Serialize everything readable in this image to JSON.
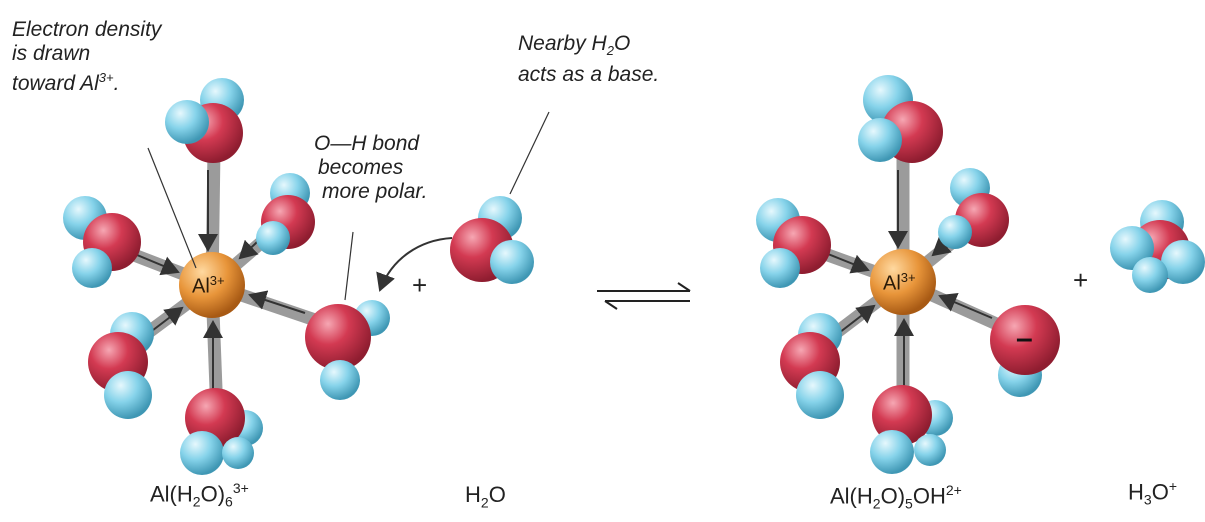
{
  "annotations": {
    "electron_density": [
      "Electron density",
      "is drawn",
      "toward Al"
    ],
    "electron_density_sup": "3+",
    "electron_density_end": ".",
    "oh_bond": [
      "O—H bond",
      "becomes",
      "more polar."
    ],
    "nearby_line1_pre": "Nearby H",
    "nearby_line1_sub": "2",
    "nearby_line1_post": "O",
    "nearby_line2": "acts as a base."
  },
  "ions": {
    "left_center": "Al",
    "left_center_sup": "3+",
    "right_center": "Al",
    "right_center_sup": "3+"
  },
  "signs": {
    "plus": "+",
    "minus": "–"
  },
  "formulas": {
    "left": {
      "a": "Al(H",
      "sub1": "2",
      "b": "O)",
      "sub2": "6",
      "sup": "3+"
    },
    "water": {
      "a": "H",
      "sub": "2",
      "b": "O"
    },
    "right": {
      "a": "Al(H",
      "sub1": "2",
      "b": "O)",
      "sub2": "5",
      "c": "OH",
      "sup": "2+"
    },
    "hydronium": {
      "a": "H",
      "sub": "3",
      "b": "O",
      "sup": "+"
    }
  },
  "colors": {
    "oxygen": "#d33a52",
    "hydrogen": "#7fcfe6",
    "aluminum": "#e8953a",
    "bond": "#b8b8b8",
    "text": "#222222"
  }
}
